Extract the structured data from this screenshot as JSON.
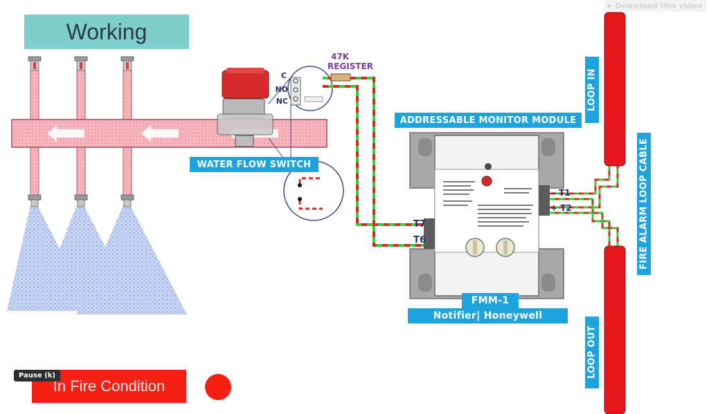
{
  "title": "Working",
  "labels": {
    "monitor_module": "ADDRESSABLE MONITOR MODULE",
    "water_flow_switch": "WATER FLOW SWITCH",
    "module_model": "FMM-1",
    "brand": "Notifier| Honeywell",
    "loop_in": "LOOP IN",
    "loop_out": "LOOP OUT",
    "loop_cable": "FIRE ALARM LOOP CABLE",
    "resistor_value": "47K",
    "resistor_word": "REGISTER"
  },
  "terminals": {
    "switch": [
      "C",
      "NO",
      "NC"
    ],
    "t7": "T7",
    "t6": "T6",
    "t1": "- T1",
    "t2": "+ T2"
  },
  "status_button": "In Fire Condition",
  "player": {
    "tooltip": "Pause (k)",
    "download": "Download this video"
  },
  "colors": {
    "title_bg": "#7ecfcb",
    "label_blue": "#1ea3dc",
    "alarm_red": "#f51f14",
    "loop_red": "#e8171c",
    "pipe_pink": "#f6b5bd",
    "wire_green": "#2fd13a",
    "wire_red": "#e02525"
  }
}
